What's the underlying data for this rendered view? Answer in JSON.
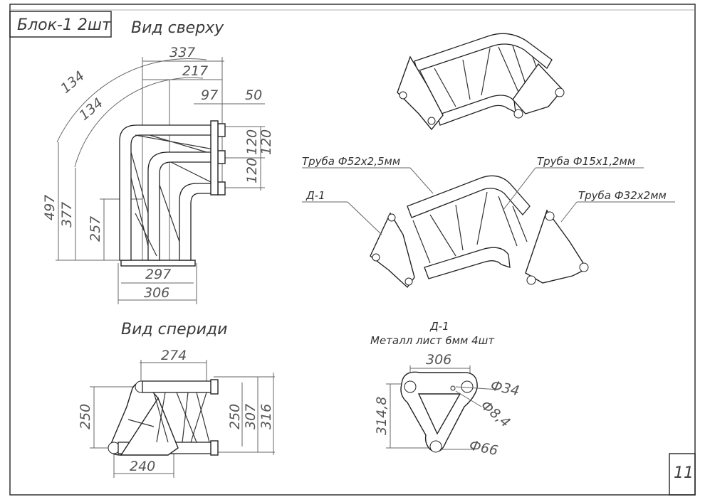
{
  "title_block": {
    "label": "Блок-1 2шт",
    "sheet_number": "11"
  },
  "top_view": {
    "title": "Вид сверху",
    "dims": {
      "top_width": "337",
      "mid_width": "217",
      "offset": "97",
      "gap": "50",
      "spacing_a": "120",
      "spacing_b": "120",
      "spacing_c": "120",
      "radius_outer": "134",
      "radius_inner": "134",
      "height_total": "497",
      "height_mid": "377",
      "height_inner": "257",
      "base_inner": "297",
      "base_outer": "306"
    }
  },
  "front_view": {
    "title": "Вид спериди",
    "dims": {
      "top": "274",
      "bottom": "240",
      "left_h": "250",
      "right_h1": "250",
      "right_h2": "307",
      "right_h3": "316"
    }
  },
  "iso_view": {
    "callouts": {
      "main_tube": "Труба Ф52х2,5мм",
      "brace_tube": "Труба Ф15х1,2мм",
      "end_tube": "Труба Ф32х2мм",
      "plate": "Д-1"
    }
  },
  "plate_detail": {
    "title": "Д-1",
    "subtitle": "Металл лист 6мм 4шт",
    "dims": {
      "width": "306",
      "height": "314,8",
      "hole_large": "Ф34",
      "hole_small": "Ф8,4",
      "outer": "Ф66"
    }
  }
}
